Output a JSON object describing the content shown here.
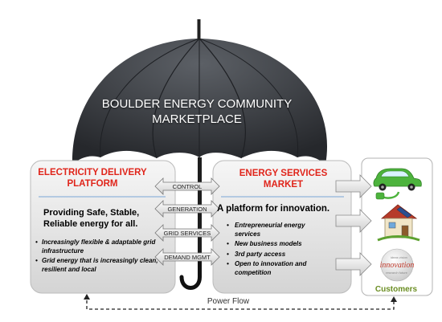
{
  "umbrella": {
    "title_line1": "BOULDER ENERGY COMMUNITY",
    "title_line2": "MARKETPLACE"
  },
  "left_box": {
    "title_line1": "ELECTRICITY DELIVERY",
    "title_line2": "PLATFORM",
    "main_line1": "Providing Safe, Stable,",
    "main_line2": "Reliable energy for all.",
    "bullets": [
      "Increasingly flexible & adaptable grid infrastructure",
      "Grid energy that is increasingly clean, resilient and local"
    ]
  },
  "right_box": {
    "title_line1": "ENERGY SERVICES",
    "title_line2": "MARKET",
    "main": "A platform for innovation.",
    "bullets": [
      "Entrepreneurial energy services",
      "New business models",
      "3rd party access",
      "Open to innovation and competition"
    ]
  },
  "connectors": [
    "CONTROL",
    "GENERATION",
    "GRID SERVICES",
    "DEMAND MGMT"
  ],
  "customers_label": "Customers",
  "innovation_word": "innovation",
  "power_flow_label": "Power Flow",
  "colors": {
    "title_red": "#e0251b",
    "umbrella_dark": "#3a3d42",
    "box_gray": "#e6e6e6",
    "car_green": "#4db33d",
    "customers_green": "#6b8e23"
  },
  "icons": [
    "electric-car-icon",
    "house-solar-icon",
    "innovation-ball-icon",
    "umbrella-icon"
  ]
}
